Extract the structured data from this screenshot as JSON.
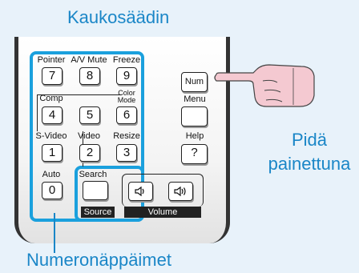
{
  "title": "Kaukosäädin",
  "hint_line1": "Pidä",
  "hint_line2": "painettuna",
  "bottom_label": "Numeronäppäimet",
  "buttons": [
    {
      "label": "Pointer",
      "key": "7"
    },
    {
      "label": "A/V Mute",
      "key": "8"
    },
    {
      "label": "Freeze",
      "key": "9"
    },
    {
      "label": "Comp",
      "key": "4"
    },
    {
      "label": "5_blank",
      "key": "5"
    },
    {
      "label_line1": "Color",
      "label_line2": "Mode",
      "key": "6"
    },
    {
      "label": "S-Video",
      "key": "1"
    },
    {
      "label": "Video",
      "key": "2"
    },
    {
      "label": "Resize",
      "key": "3"
    },
    {
      "label": "Auto",
      "key": "0"
    }
  ],
  "right_column": {
    "num_label": "Num",
    "menu_label": "Menu",
    "help_label": "Help",
    "help_key": "?"
  },
  "bottom_row": {
    "search_label": "Search",
    "source_label": "Source",
    "volume_label": "Volume",
    "vol_down_icon": "speaker-low-icon",
    "vol_up_icon": "speaker-high-icon"
  },
  "colors": {
    "accent": "#1aa0dd",
    "text": "#1a86c7",
    "hand": "#f4c9d1"
  }
}
